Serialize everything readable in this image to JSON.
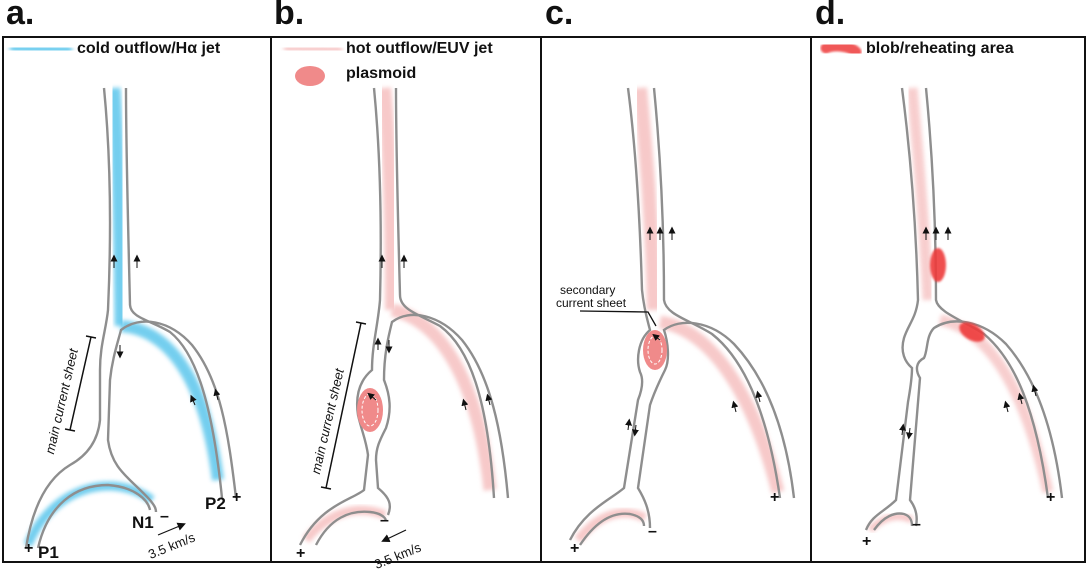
{
  "panels": [
    {
      "letter": "a."
    },
    {
      "letter": "b."
    },
    {
      "letter": "c."
    },
    {
      "letter": "d."
    }
  ],
  "legend": {
    "cold_outflow": "cold outflow/Hα jet",
    "hot_outflow": "hot outflow/EUV jet",
    "plasmoid": "plasmoid",
    "blob": "blob/reheating area"
  },
  "labels": {
    "main_current_sheet": "main current sheet",
    "secondary_current_sheet_line1": "secondary",
    "secondary_current_sheet_line2": "current sheet",
    "velocity": "3.5 km/s",
    "p1": "P1",
    "p2": "P2",
    "n1": "N1",
    "plus": "+",
    "minus": "–"
  },
  "colors": {
    "cold": "#5bc6ec",
    "hot": "#f7c9c9",
    "plasmoid": "#f08a8a",
    "blob": "#ee3b3b",
    "loop": "#8e8e8e",
    "frame": "#111111"
  }
}
